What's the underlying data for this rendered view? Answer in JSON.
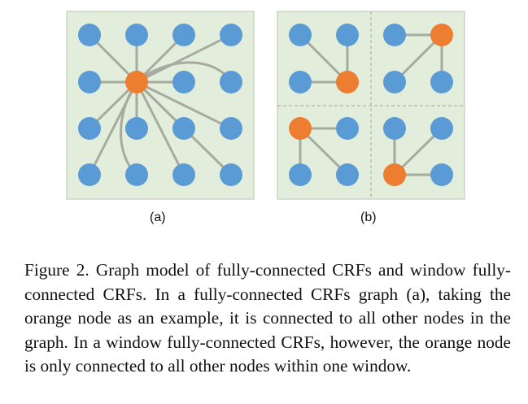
{
  "figure": {
    "label_a": "(a)",
    "label_b": "(b)",
    "colors": {
      "panel_fill": "#e2eedb",
      "panel_border": "#b8c8b0",
      "blue_node": "#5b9bd5",
      "orange_node": "#ed7d31",
      "edge": "#a7ab9f",
      "window_divider": "#aeb3a8"
    },
    "panel_a": {
      "description_role": "fully-connected CRFs graph",
      "grid": "4x4",
      "orange_node": [
        1,
        1
      ]
    },
    "panel_b": {
      "description_role": "window fully-connected CRFs graph",
      "windows": "2x2"
    }
  },
  "caption": {
    "text": "Figure 2. Graph model of fully-connected CRFs and window fully-connected CRFs. In a fully-connected CRFs graph (a), taking the orange node as an example, it is connected to all other nodes in the graph. In a window fully-connected CRFs, however, the orange node is only connected to all other nodes within one window."
  }
}
